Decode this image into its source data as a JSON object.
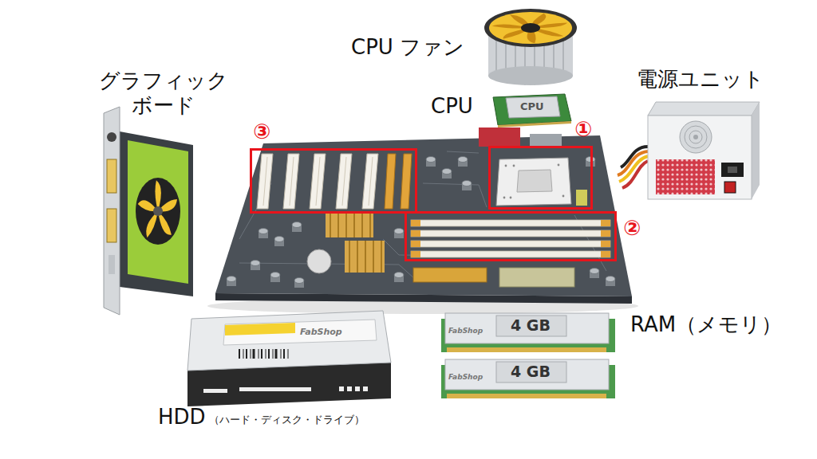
{
  "diagram": {
    "nodes": [
      {
        "text": [
          "③"
        ]
      },
      {
        "text": [
          "①"
        ]
      },
      {
        "text": [
          "②"
        ]
      }
    ],
    "labels": [
      "グラフィック ボード",
      "CPU ファン",
      "CPU",
      "電源ユニット",
      "CPU",
      "FabShop",
      "4 GB",
      "FabShop",
      "4 GB",
      "FabShop",
      "RAM（メモリ）",
      "HDD",
      "（ハード・ディスク・ドライブ）"
    ]
  }
}
